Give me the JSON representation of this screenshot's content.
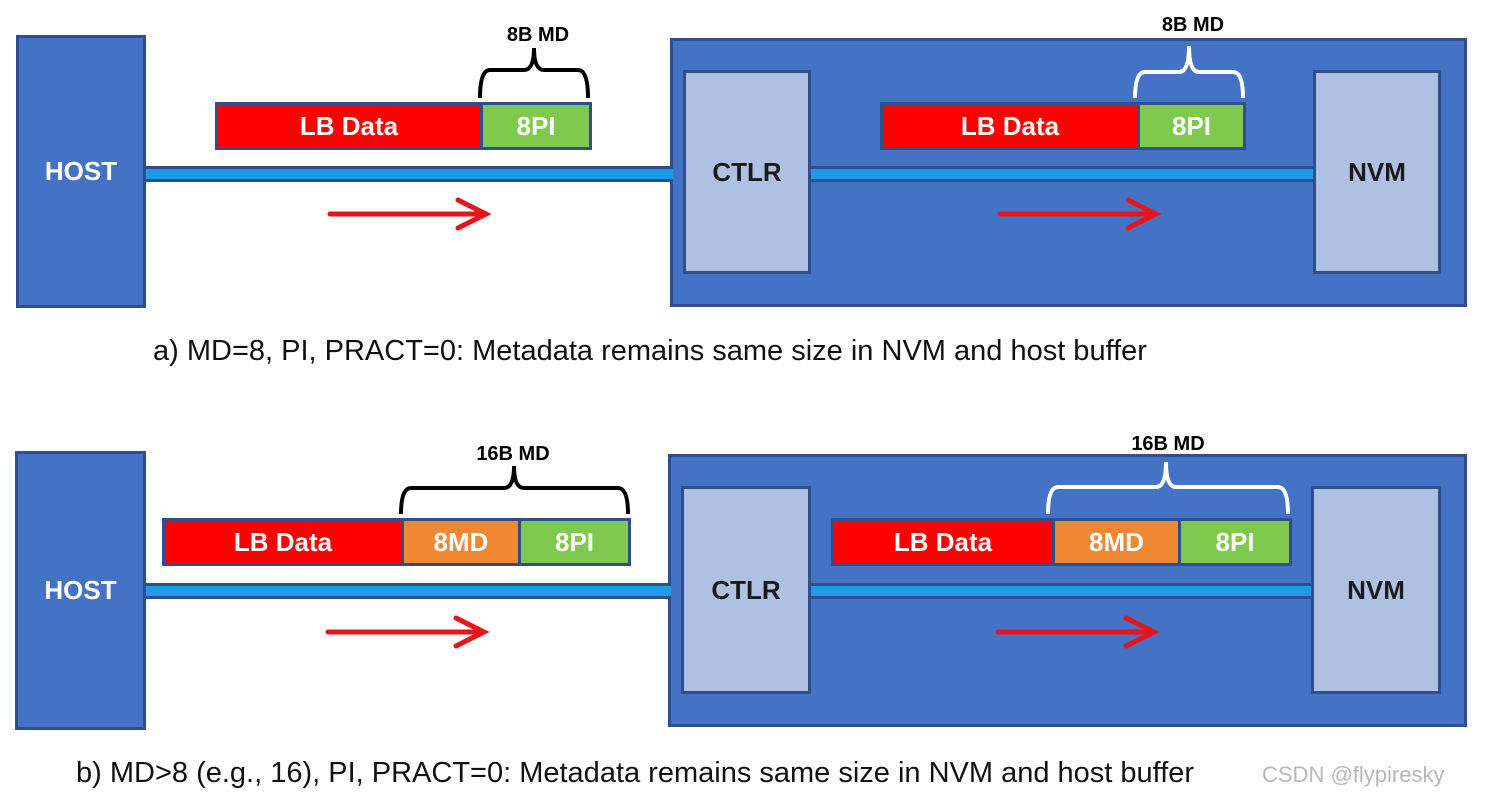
{
  "diagram_a": {
    "host_label": "HOST",
    "ctlr_label": "CTLR",
    "nvm_label": "NVM",
    "host_side": {
      "brace_label": "8B MD",
      "lb_data": "LB Data",
      "pi": "8PI"
    },
    "device_side": {
      "brace_label": "8B MD",
      "lb_data": "LB Data",
      "pi": "8PI"
    },
    "caption": "a) MD=8, PI, PRACT=0: Metadata remains same size in NVM and host buffer"
  },
  "diagram_b": {
    "host_label": "HOST",
    "ctlr_label": "CTLR",
    "nvm_label": "NVM",
    "host_side": {
      "brace_label": "16B MD",
      "lb_data": "LB Data",
      "md": "8MD",
      "pi": "8PI"
    },
    "device_side": {
      "brace_label": "16B MD",
      "lb_data": "LB Data",
      "md": "8MD",
      "pi": "8PI"
    },
    "caption": "b) MD>8 (e.g., 16), PI, PRACT=0: Metadata remains same size in NVM and host buffer"
  },
  "watermark": "CSDN @flypiresky",
  "colors": {
    "box_fill": "#4472c4",
    "inner_fill": "#aec1e2",
    "bus": "#1e9be6",
    "lb_data": "#ff0000",
    "pi": "#7fc94e",
    "md": "#f08833",
    "arrow": "#e8141b"
  }
}
